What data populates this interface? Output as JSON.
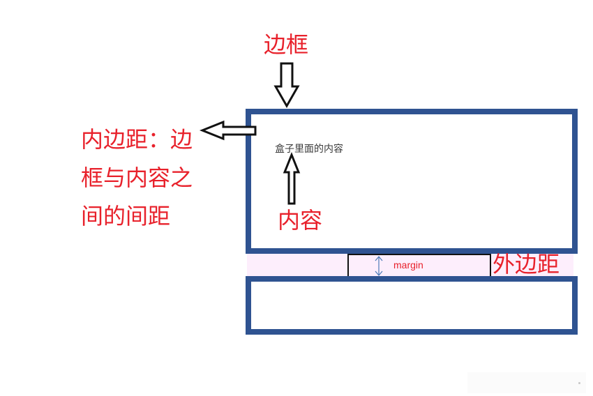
{
  "labels": {
    "border": "边框",
    "padding": "内边距：边框与内容之间的间距",
    "content": "内容",
    "margin_cn": "外边距",
    "inner_text": "盒子里面的内容",
    "margin_en": "margin"
  },
  "colors": {
    "red": "#e8212b",
    "blue": "#2f5391",
    "pink": "#fdeefc",
    "black": "#111111",
    "gray": "#3a3a3a"
  },
  "icons": {
    "border_arrow": "down-arrow-icon",
    "padding_arrow": "left-arrow-icon",
    "content_arrow": "up-arrow-icon",
    "margin_arrow": "double-vertical-arrow-icon"
  }
}
